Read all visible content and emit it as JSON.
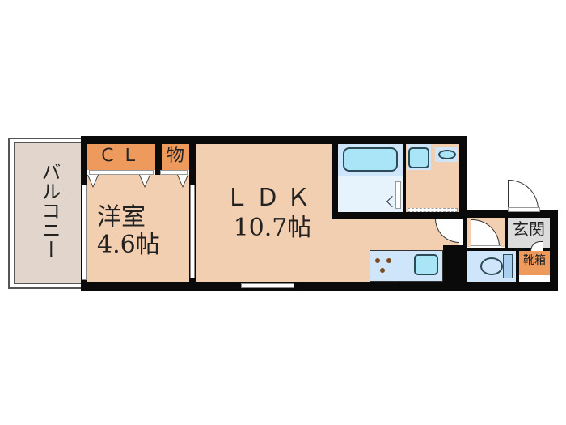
{
  "floorplan": {
    "rooms": {
      "balcony": {
        "label": "バルコニー"
      },
      "closet": {
        "label": "ＣＬ"
      },
      "storage": {
        "label": "物"
      },
      "western_room": {
        "label": "洋室",
        "size": "4.6帖"
      },
      "ldk": {
        "label": "ＬＤＫ",
        "size": "10.7帖"
      },
      "entrance": {
        "label": "玄関"
      },
      "shoe_cabinet": {
        "label": "靴箱"
      }
    },
    "colors": {
      "wall": "#0a0a0a",
      "floor": "#f3cfb1",
      "storage": "#ee9a5c",
      "wet_area": "#cfe6fa",
      "fixture": "#a9e5f7",
      "entrance": "#dcdcdc",
      "balcony": "#e2d6cc"
    }
  }
}
